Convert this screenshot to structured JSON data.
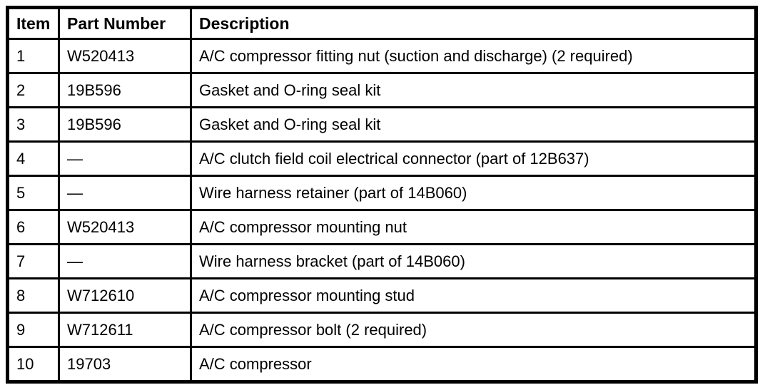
{
  "colors": {
    "background": "#ffffff",
    "border": "#000000",
    "text": "#000000"
  },
  "table": {
    "columns": [
      "Item",
      "Part Number",
      "Description"
    ],
    "rows": [
      [
        "1",
        "W520413",
        "A/C compressor fitting nut (suction and discharge) (2 required)"
      ],
      [
        "2",
        "19B596",
        "Gasket and O-ring seal kit"
      ],
      [
        "3",
        "19B596",
        "Gasket and O-ring seal kit"
      ],
      [
        "4",
        "—",
        "A/C clutch field coil electrical connector (part of 12B637)"
      ],
      [
        "5",
        "—",
        "Wire harness retainer (part of 14B060)"
      ],
      [
        "6",
        "W520413",
        "A/C compressor mounting nut"
      ],
      [
        "7",
        "—",
        "Wire harness bracket (part of 14B060)"
      ],
      [
        "8",
        "W712610",
        "A/C compressor mounting stud"
      ],
      [
        "9",
        "W712611",
        "A/C compressor bolt (2 required)"
      ],
      [
        "10",
        "19703",
        "A/C compressor"
      ]
    ]
  }
}
